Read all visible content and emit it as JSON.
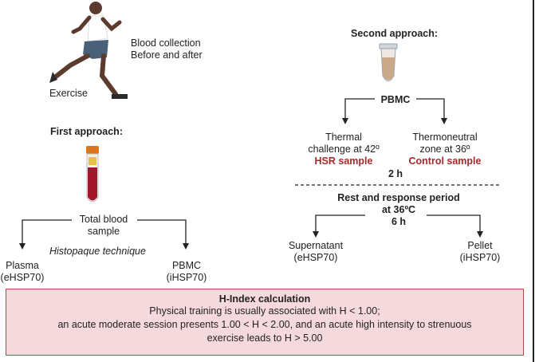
{
  "exercise": {
    "label": "Exercise",
    "blood_collection": [
      "Blood collection",
      "Before and after"
    ]
  },
  "first_approach": {
    "title": "First approach:",
    "total_blood": [
      "Total blood",
      "sample"
    ],
    "technique": "Histopaque technique",
    "plasma": [
      "Plasma",
      "(eHSP70)"
    ],
    "pbmc": [
      "PBMC",
      "(iHSP70)"
    ]
  },
  "second_approach": {
    "title": "Second approach:",
    "pbmc": "PBMC",
    "thermal": [
      "Thermal",
      "challenge at 42º"
    ],
    "hsr_sample": "HSR sample",
    "thermoneutral": [
      "Thermoneutral",
      "zone at 36º"
    ],
    "control_sample": "Control sample",
    "duration1": "2 h",
    "rest": [
      "Rest and response period",
      "at 36ºC"
    ],
    "duration2": "6 h",
    "supernatant": [
      "Supernatant",
      "(eHSP70)"
    ],
    "pellet": [
      "Pellet",
      "(iHSP70)"
    ]
  },
  "hindex": {
    "title": "H-Index calculation",
    "lines": [
      "Physical training is usually associated with H < 1.00;",
      "an acute moderate session presents 1.00 < H < 2.00, and an acute high intensity to strenuous",
      "exercise leads to H > 5.00"
    ]
  },
  "colors": {
    "box_fill": "#f6d9dc",
    "box_border": "#b0484f",
    "sample_red": "#a52a2a"
  }
}
